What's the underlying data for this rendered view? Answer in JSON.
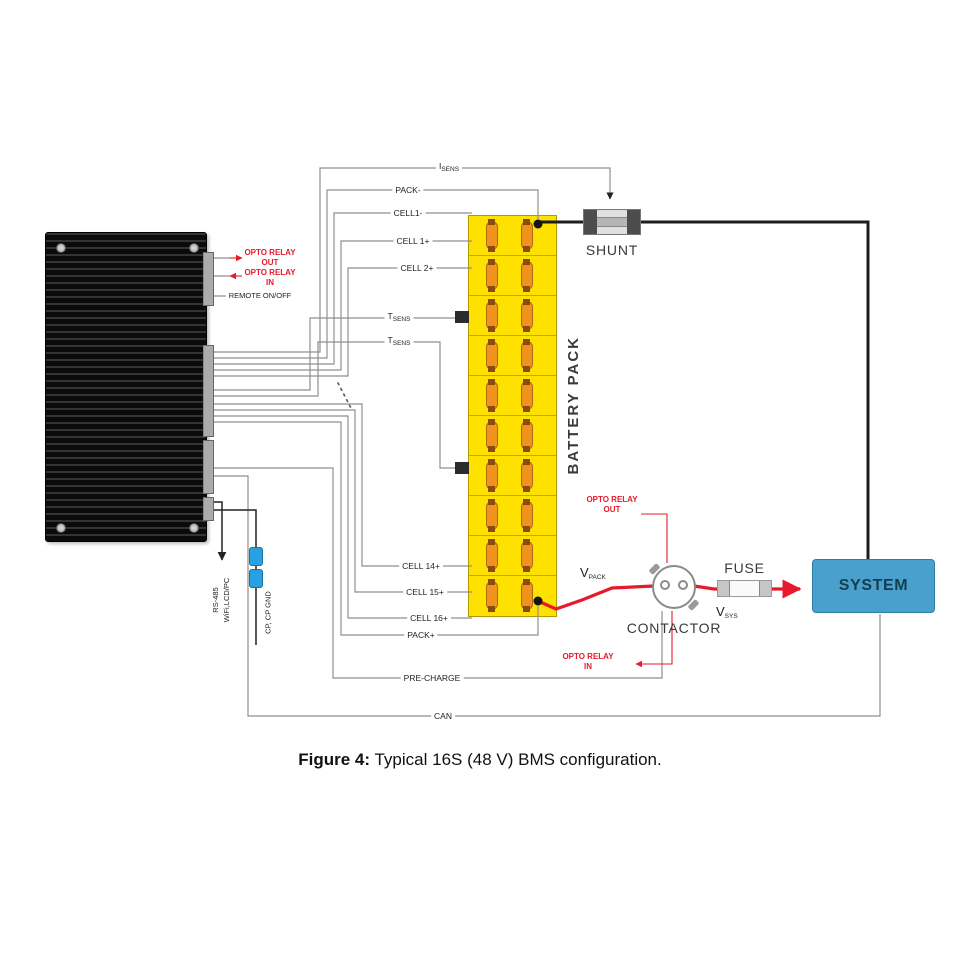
{
  "caption": {
    "bold": "Figure 4:",
    "text": " Typical 16S (48 V) BMS configuration."
  },
  "components": {
    "battery_pack": {
      "label": "BATTERY PACK",
      "visible_cell_groups": 10
    },
    "shunt": {
      "label": "SHUNT"
    },
    "contactor": {
      "label": "CONTACTOR"
    },
    "fuse": {
      "label": "FUSE"
    },
    "system": {
      "label": "SYSTEM"
    }
  },
  "wires": {
    "isens": {
      "main": "I",
      "sub": "SENS"
    },
    "pack_minus": "PACK-",
    "cell1_minus": "CELL1-",
    "cell_1_plus": "CELL 1+",
    "cell_2_plus": "CELL 2+",
    "tsens_a": {
      "main": "T",
      "sub": "SENS"
    },
    "tsens_b": {
      "main": "T",
      "sub": "SENS"
    },
    "cell_14_plus": "CELL 14+",
    "cell_15_plus": "CELL 15+",
    "cell_16_plus": "CELL 16+",
    "pack_plus": "PACK+",
    "pre_charge": "PRE-CHARGE",
    "can": "CAN"
  },
  "bms": {
    "opto_out": {
      "l1": "OPTO RELAY",
      "l2": "OUT"
    },
    "opto_in": {
      "l1": "OPTO RELAY",
      "l2": "IN"
    },
    "remote": "REMOTE ON/OFF",
    "rs485": {
      "l1": "RS-485",
      "l2": "WiFi,LCD/PC"
    },
    "cp": "CP, CP GND"
  },
  "contactor_io": {
    "out": {
      "l1": "OPTO RELAY",
      "l2": "OUT"
    },
    "in": {
      "l1": "OPTO RELAY",
      "l2": "IN"
    }
  },
  "volts": {
    "vpack": {
      "main": "V",
      "sub": "PACK"
    },
    "vsys": {
      "main": "V",
      "sub": "SYS"
    }
  },
  "colors": {
    "wire_red": "#e8192c",
    "battery_yellow": "#ffe100",
    "busbar_orange": "#f0921e",
    "system_blue": "#4aa0cc",
    "connector_blue": "#29a0e0"
  }
}
